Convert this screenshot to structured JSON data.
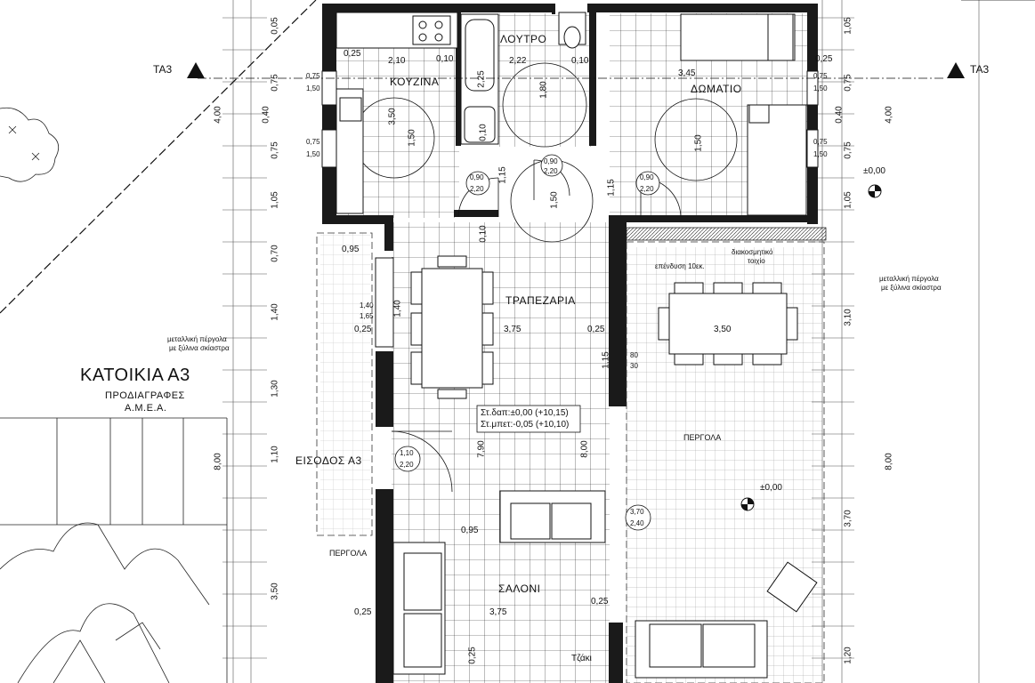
{
  "project": {
    "title": "ΚΑΤΟΙΚΙΑ Α3",
    "subtitle_1": "ΠΡΟΔΙΑΓΡΑΦΕΣ",
    "subtitle_2": "Α.Μ.Ε.Α."
  },
  "section_markers": {
    "left": "ΤΑ3",
    "right": "ΤΑ3"
  },
  "rooms": {
    "kitchen": "ΚΟΥΖΙΝΑ",
    "bathroom": "ΛΟΥΤΡΟ",
    "bedroom": "ΔΩΜΑΤΙΟ",
    "dining": "ΤΡΑΠΕΖΑΡΙΑ",
    "living": "ΣΑΛΟΝΙ",
    "entrance": "ΕΙΣΟΔΟΣ Α3",
    "pergola_right": "ΠΕΡΓΟΛΑ",
    "pergola_left": "ΠΕΡΓΟΛΑ",
    "fireplace": "Τζάκι"
  },
  "notes": {
    "pergola_left_1": "μεταλλική πέργολα",
    "pergola_left_2": "με ξύλινα σκίαστρα",
    "pergola_right_1": "μεταλλική πέργολα",
    "pergola_right_2": "με ξύλινα σκίαστρα",
    "deco_wall_1": "διακοσμητικό",
    "deco_wall_2": "τοιχίο",
    "cladding": "επένδυση 10εκ.",
    "level_floor": "Στ.δαπ:±0,00 (+10,15)",
    "level_slab": "Στ.μπετ:-0,05 (+10,10)",
    "level_mark_1": "±0,00",
    "level_mark_2": "±0,00"
  },
  "door_tags": {
    "d1_top": "0,90",
    "d1_bot": "2,20",
    "d2_top": "0,90",
    "d2_bot": "2,20",
    "d3_top": "0,90",
    "d3_bot": "2,20",
    "d4_top": "1,10",
    "d4_bot": "2,20",
    "d5_top": "3,70",
    "d5_bot": "2,40"
  },
  "dims": {
    "k_025": "0,25",
    "k_210": "2,10",
    "k_010": "0,10",
    "b_222": "2,22",
    "b_010": "0,10",
    "r_345": "3,45",
    "r_025": "0,25",
    "w_075a": "0,75",
    "w_150a": "1,50",
    "w_075b": "0,75",
    "w_150b": "1,50",
    "w_075c": "0,75",
    "w_150c": "1,50",
    "w_075d": "0,75",
    "w_150d": "1,50",
    "w_095": "0,95",
    "w_140": "1,40",
    "w_165": "1,65",
    "d_025a": "0,25",
    "d_375": "3,75",
    "d_025b": "0,25",
    "t_350": "3,50",
    "s_095": "0,95",
    "l_025": "0,25",
    "l_375": "3,75",
    "l_025b": "0,25",
    "w_080": "80",
    "w_030": "30"
  },
  "vdims": {
    "v005": "0,05",
    "v075": "0,75",
    "v400": "4,00",
    "v040": "0,40",
    "v075b": "0,75",
    "v105": "1,05",
    "v070": "0,70",
    "v140": "1,40",
    "v130": "1,30",
    "v110": "1,10",
    "v800": "8,00",
    "v350": "3,50",
    "k350": "3,50",
    "k150": "1,50",
    "k225": "2,25",
    "k180": "1,80",
    "k010": "0,10",
    "k115": "1,15",
    "k150b": "1,50",
    "k115b": "1,15",
    "k150c": "1,50",
    "k010b": "0,10",
    "k140": "1,40",
    "k790": "7,90",
    "k800": "8,00",
    "k115c": "1,15",
    "k025": "0,25",
    "rr105": "1,05",
    "rr075": "0,75",
    "rr040": "0,40",
    "rr400": "4,00",
    "rr075b": "0,75",
    "rr105b": "1,05",
    "rr310": "3,10",
    "rr800": "8,00",
    "rr370": "3,70",
    "rr120": "1,20"
  }
}
